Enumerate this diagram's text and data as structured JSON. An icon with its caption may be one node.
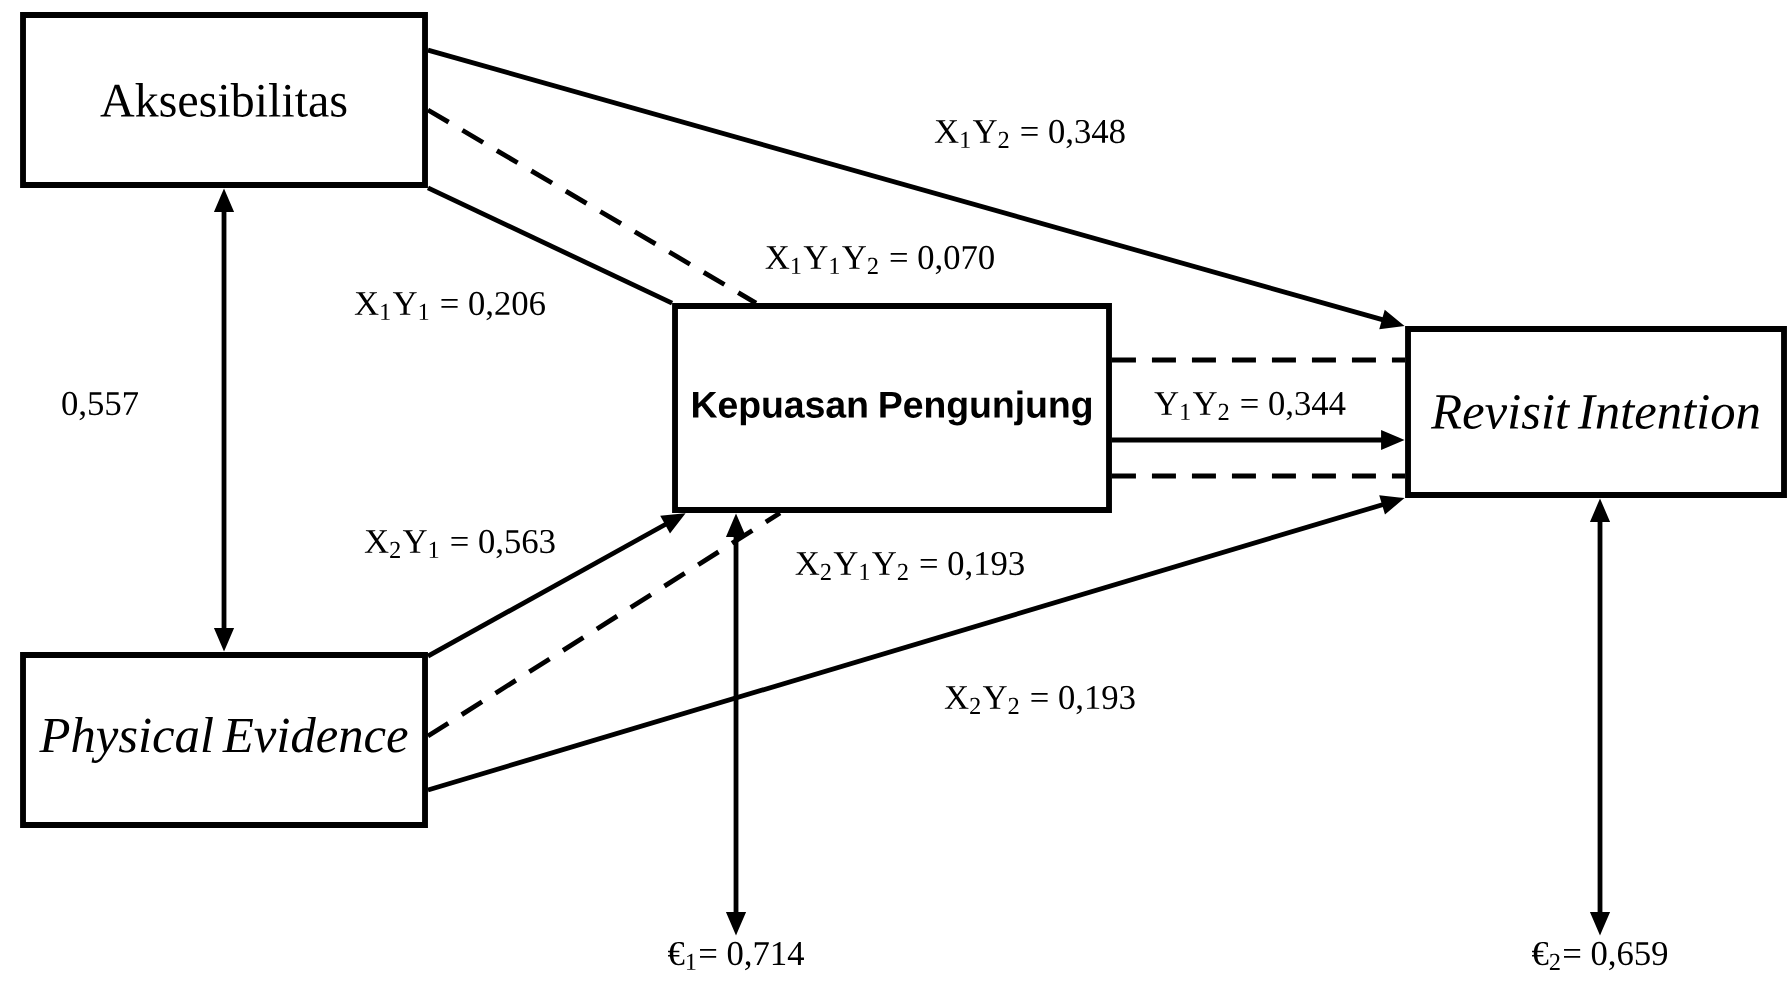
{
  "diagram": {
    "nodes": [
      {
        "text": [
          "Aksesibilitas"
        ]
      },
      {
        "text": [
          "Physical Evidence"
        ]
      },
      {
        "text": [
          "Kepuasan Pengunjung"
        ]
      },
      {
        "text": [
          "Revisit Intention"
        ]
      },
      {
        "text": [
          "€$_{1}$= 0,714"
        ]
      },
      {
        "text": [
          "€$_{2}$= 0,659"
        ]
      }
    ],
    "edges": [
      {
        "from": 0,
        "to": 3,
        "arrow": "to",
        "label": "X$_{1}$Y$_{2}$ = 0,348"
      },
      {
        "from": 0,
        "to": 2,
        "arrow": "none",
        "style": "dashed",
        "label": "X$_{1}$Y$_{1}$Y$_{2}$ = 0,070"
      },
      {
        "from": 0,
        "to": 2,
        "arrow": "none",
        "label": "X$_{1}$Y$_{1}$ = 0,206"
      },
      {
        "from": 2,
        "to": 3,
        "arrow": "none",
        "style": "dashed"
      },
      {
        "from": 2,
        "to": 3,
        "arrow": "to",
        "label": "Y$_{1}$Y$_{2}$ = 0,344"
      },
      {
        "from": 2,
        "to": 3,
        "arrow": "none",
        "style": "dashed"
      },
      {
        "from": 1,
        "to": 2,
        "arrow": "to",
        "label": "X$_{2}$Y$_{1}$ = 0,563"
      },
      {
        "from": 1,
        "to": 2,
        "arrow": "none",
        "style": "dashed",
        "label": "X$_{2}$Y$_{1}$Y$_{2}$ = 0,193"
      },
      {
        "from": 1,
        "to": 3,
        "arrow": "to",
        "label": "X$_{2}$Y$_{2}$ = 0,193"
      },
      {
        "from": 0,
        "to": 1,
        "arrow": "both",
        "label": "0,557"
      },
      {
        "from": 2,
        "to": 4,
        "arrow": "both"
      },
      {
        "from": 3,
        "to": 5,
        "arrow": "both"
      }
    ]
  }
}
